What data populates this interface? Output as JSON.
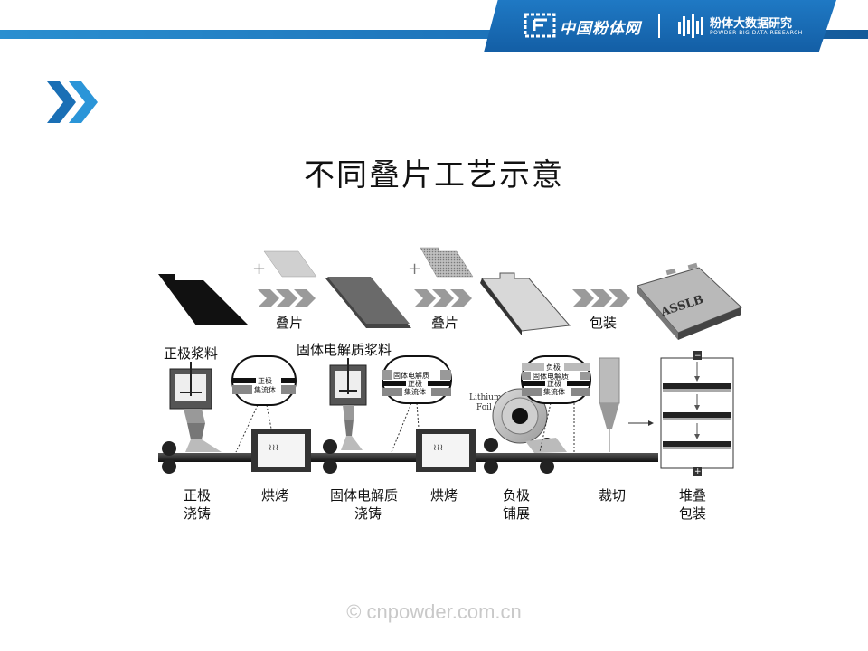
{
  "header": {
    "brand_name": "中国粉体网",
    "research_name": "粉体大数据研究",
    "research_sub": "POWDER BIG DATA RESEARCH"
  },
  "title": "不同叠片工艺示意",
  "diagram": {
    "top_steps": [
      "叠片",
      "叠片",
      "包装"
    ],
    "plus_sign": "+",
    "cell_label": "ASSLB",
    "slurry_labels": [
      "正极浆料",
      "固体电解质浆料"
    ],
    "layers_1": [
      "正极",
      "集流体"
    ],
    "layers_2": [
      "固体电解质",
      "正极",
      "集流体"
    ],
    "layers_3": [
      "负极",
      "固体电解质",
      "正极",
      "集流体"
    ],
    "foil_label": [
      "Lithium",
      "Foil"
    ],
    "stack_signs": [
      "−",
      "+"
    ],
    "process_steps": [
      [
        "正极",
        "浇铸"
      ],
      [
        "烘烤"
      ],
      [
        "固体电解质",
        "浇铸"
      ],
      [
        "烘烤"
      ],
      [
        "负极",
        "铺展"
      ],
      [
        "裁切"
      ],
      [
        "堆叠",
        "包装"
      ]
    ]
  },
  "watermark": "© cnpowder.com.cn"
}
